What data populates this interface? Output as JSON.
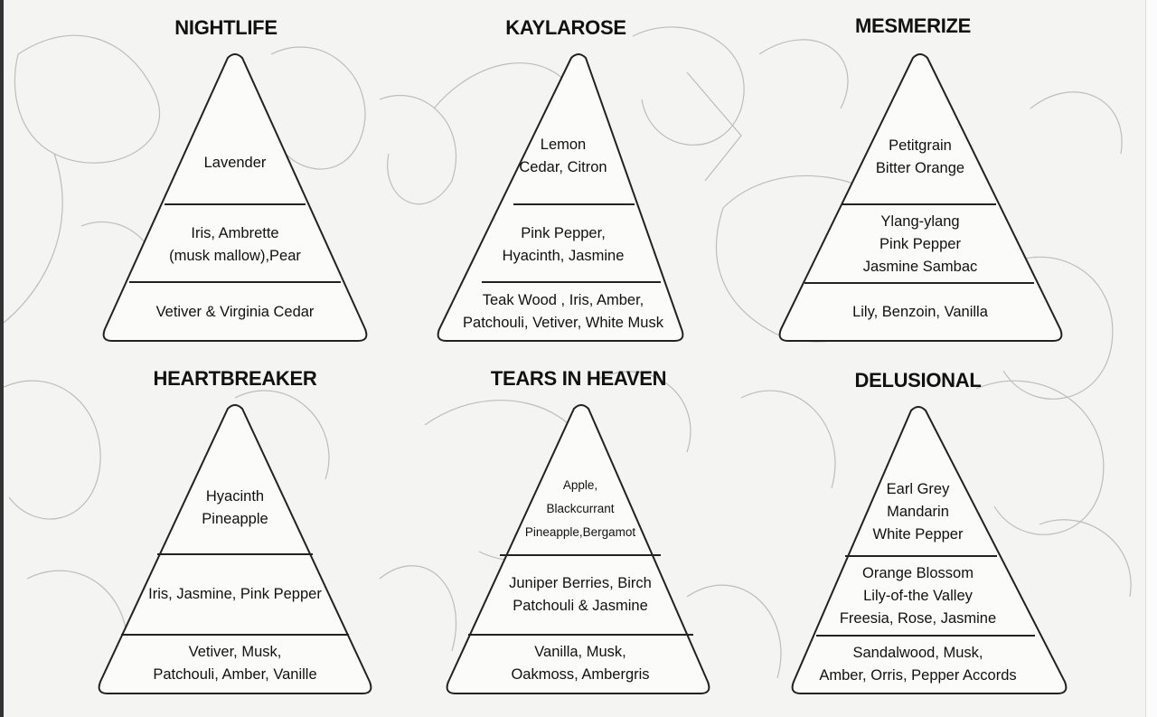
{
  "cards": [
    {
      "title": "NIGHTLIFE",
      "top": [
        "Lavender"
      ],
      "middle": [
        "Iris, Ambrette",
        "(musk mallow),Pear"
      ],
      "base": [
        "Vetiver & Virginia Cedar"
      ]
    },
    {
      "title": "KAYLAROSE",
      "top": [
        "Lemon",
        "Cedar, Citron"
      ],
      "middle": [
        "Pink Pepper,",
        "Hyacinth, Jasmine"
      ],
      "base": [
        "Teak Wood , Iris, Amber,",
        "Patchouli, Vetiver, White Musk"
      ]
    },
    {
      "title": "MESMERIZE",
      "top": [
        "Petitgrain",
        "Bitter Orange"
      ],
      "middle": [
        "Ylang-ylang",
        "Pink Pepper",
        "Jasmine Sambac"
      ],
      "base": [
        "Lily, Benzoin, Vanilla"
      ]
    },
    {
      "title": "HEARTBREAKER",
      "top": [
        "Hyacinth",
        "Pineapple"
      ],
      "middle": [
        "Iris, Jasmine, Pink Pepper"
      ],
      "base": [
        "Vetiver, Musk,",
        "Patchouli, Amber, Vanille"
      ]
    },
    {
      "title": "TEARS IN HEAVEN",
      "top": [
        "Apple,",
        "Blackcurrant",
        "Pineapple,Bergamot"
      ],
      "middle": [
        "Juniper Berries, Birch",
        "Patchouli & Jasmine"
      ],
      "base": [
        "Vanilla, Musk,",
        "Oakmoss, Ambergris"
      ]
    },
    {
      "title": "DELUSIONAL",
      "top": [
        "Earl Grey",
        "Mandarin",
        "White Pepper"
      ],
      "middle": [
        "Orange Blossom",
        "Lily-of-the Valley",
        "Freesia, Rose, Jasmine"
      ],
      "base": [
        "Sandalwood, Musk,",
        "Amber, Orris, Pepper Accords"
      ]
    }
  ]
}
